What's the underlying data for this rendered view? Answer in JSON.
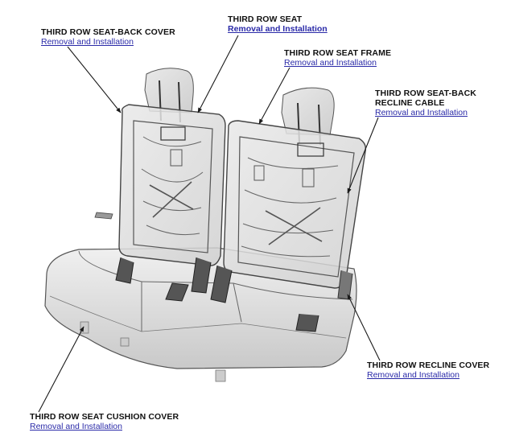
{
  "callouts": {
    "seat_back_cover": {
      "title": "THIRD ROW SEAT-BACK COVER",
      "link": "Removal and Installation"
    },
    "third_row_seat": {
      "title": "THIRD ROW SEAT",
      "link": "Removal and Installation"
    },
    "seat_frame": {
      "title": "THIRD ROW SEAT FRAME",
      "link": "Removal and Installation"
    },
    "recline_cable": {
      "title_line1": "THIRD ROW SEAT-BACK",
      "title_line2": "RECLINE CABLE",
      "link": "Removal and Installation"
    },
    "recline_cover": {
      "title": "THIRD ROW RECLINE COVER",
      "link": "Removal and Installation"
    },
    "cushion_cover": {
      "title": "THIRD ROW SEAT CUSHION COVER",
      "link": "Removal and Installation"
    }
  },
  "colors": {
    "link": "#2a2aa8",
    "text": "#111111",
    "line": "#1a1a1a"
  }
}
